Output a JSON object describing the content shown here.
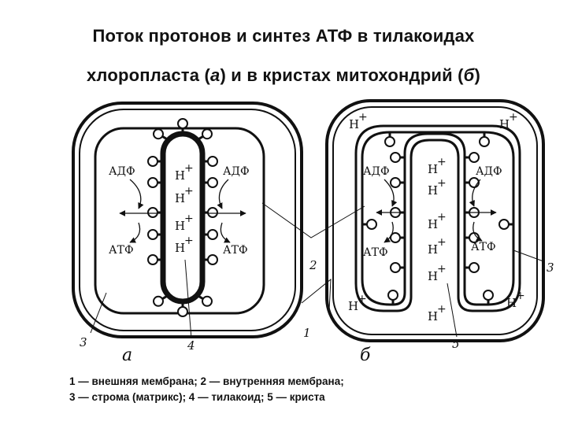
{
  "title": {
    "line1": "Поток протонов и синтез АТФ в тилакоидах",
    "line2_a": "хлоропласта (",
    "line2_b": "а",
    "line2_c": ") и в кристах митохондрий (",
    "line2_d": "б",
    "line2_e": ")"
  },
  "labels": {
    "adp": "АДФ",
    "atp": "АТФ",
    "h": "H",
    "plus": "+",
    "panel_a": "а",
    "panel_b": "б",
    "n1": "1",
    "n2": "2",
    "n3": "3",
    "n4": "4",
    "n5": "5"
  },
  "caption": {
    "line1": "1 — внешняя мембрана; 2 — внутренняя мембрана;",
    "line2": "3 — строма (матрикс); 4 — тилакоид; 5 — криста"
  }
}
